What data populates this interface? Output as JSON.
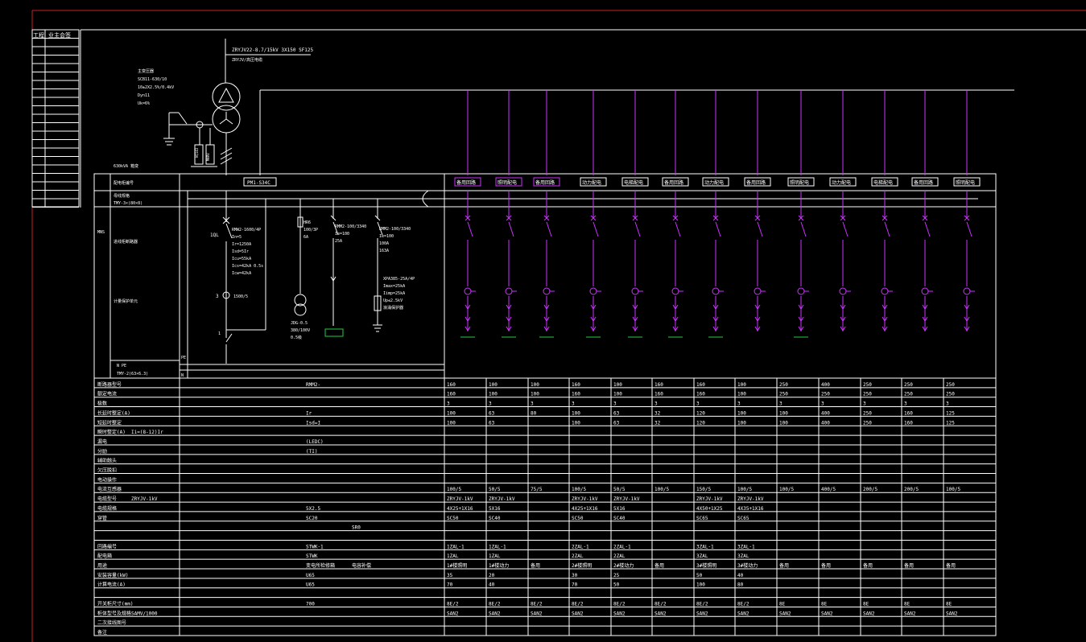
{
  "colors": {
    "background": "#000000",
    "frame": "#cc2222",
    "line": "#ffffff",
    "feeder": "#cc33ff",
    "ground_bar": "#22cc44"
  },
  "title_block": {
    "header_left": "工程",
    "header_right": "业主会签"
  },
  "transformer": {
    "cable_label": "ZRYJV22-8.7/15kV 3X150 SF125",
    "cable_sub": "ZRYJV/高压电缆",
    "spec_lines": [
      "主变压器",
      "SCB11-630/10",
      "10±2X2.5%/0.4kV",
      "Dyn11",
      "Uk=6%"
    ],
    "tag_1": "HQ143",
    "tag_2": "MNRV",
    "capacity_note": "630kVA 箱变"
  },
  "panel": {
    "cabinet_id_label": "PM1-S34C",
    "row_label_cabinet": "配电柜编号",
    "row_label_busbar": "母线规格",
    "busbar_spec": "TMY-3×(80×8)",
    "side_label_top": "MNS",
    "main_switch_label": "进线柜断路器",
    "protection_label": "计量保护单元",
    "pe_label": "PE",
    "n_label": "N",
    "n_pe_label": "N    PE",
    "n_pe_spec": "TMY-2(63×6.3)",
    "main_breaker_lines": [
      "RMW2-1600/4P",
      "In=5",
      "Ir=1250A",
      "Isd=5Ir",
      "Icu=55kA",
      "Ics=42kA 0.5s",
      "Icw=42kA"
    ],
    "main_breaker_tag": "1QL",
    "ct_label": "3",
    "ct_ratio": "1500/5",
    "ct_tag": "1",
    "fuse_lines": [
      "HR6",
      "100/3P",
      "6A"
    ],
    "vt_lines": [
      "JDG-0.5",
      "380/100V",
      "0.5级"
    ],
    "feed_a_lines": [
      "RMM2-100/3340",
      "Ie=100",
      "25A"
    ],
    "feed_b_lines": [
      "RMM2-100/3340",
      "Ie=100",
      "100A",
      "163A"
    ],
    "spd_lines": [
      "XPA385-25A/4P",
      "Imax=25kA",
      "Iimp=25kA",
      "Up≤2.5kV",
      "浪涌保护器"
    ]
  },
  "feeders": {
    "labels": [
      "备用回路",
      "照明配电",
      "备用回路",
      "动力配电",
      "电梯配电",
      "备用回路",
      "动力配电",
      "备用回路",
      "照明配电",
      "动力配电",
      "电梯配电",
      "备用回路",
      "照明配电"
    ]
  },
  "table": {
    "rows": [
      {
        "label": "断路器型号",
        "main": "RMM2-",
        "sub": "",
        "cells": [
          "160",
          "100",
          "100",
          "160",
          "100",
          "160",
          "160",
          "100",
          "250",
          "400",
          "250",
          "250",
          "250"
        ]
      },
      {
        "label": "额定电流",
        "main": "",
        "sub": "",
        "cells": [
          "160",
          "100",
          "100",
          "160",
          "100",
          "160",
          "160",
          "100",
          "250",
          "250",
          "250",
          "250",
          "250"
        ]
      },
      {
        "label": "极数",
        "main": "",
        "sub": "",
        "cells": [
          "3",
          "3",
          "3",
          "3",
          "3",
          "3",
          "3",
          "3",
          "3",
          "3",
          "3",
          "3",
          "3"
        ]
      },
      {
        "label": "长延时整定(A)",
        "main": "Ir",
        "sub": "",
        "cells": [
          "100",
          "63",
          "80",
          "100",
          "63",
          "32",
          "120",
          "100",
          "100",
          "400",
          "250",
          "160",
          "125"
        ]
      },
      {
        "label": "短延时整定",
        "main": "Isd=I",
        "sub": "",
        "cells": [
          "100",
          "63",
          "",
          "100",
          "63",
          "32",
          "120",
          "100",
          "100",
          "400",
          "250",
          "160",
          "125"
        ]
      },
      {
        "label": "瞬时整定(A)",
        "main": "Ii=(8-12)Ir",
        "sub": "",
        "cells": []
      },
      {
        "label": "漏电",
        "main": "(LEDC)",
        "sub": "",
        "cells": []
      },
      {
        "label": "分励",
        "main": "(TI)",
        "sub": "",
        "cells": []
      },
      {
        "label": "辅助触头",
        "main": "",
        "sub": "",
        "cells": []
      },
      {
        "label": "欠压脱扣",
        "main": "",
        "sub": "",
        "cells": []
      },
      {
        "label": "电动操作",
        "main": "",
        "sub": "",
        "cells": []
      },
      {
        "label": "电流互感器",
        "main": "",
        "sub": "",
        "cells": [
          "100/5",
          "50/5",
          "75/5",
          "100/5",
          "50/5",
          "100/5",
          "150/5",
          "100/5",
          "100/5",
          "400/5",
          "200/5",
          "200/5",
          "100/5"
        ]
      },
      {
        "label": "电缆型号",
        "main": "ZRYJV-1kV",
        "sub": "",
        "cells": [
          "ZRYJV-1kV",
          "ZRYJV-1kV",
          "",
          "ZRYJV-1kV",
          "ZRYJV-1kV",
          "",
          "ZRYJV-1kV",
          "ZRYJV-1kV",
          "",
          "",
          "",
          "",
          ""
        ]
      },
      {
        "label": "电缆规格",
        "main": "5X2.5",
        "sub": "",
        "cells": [
          "4X25+1X16",
          "5X16",
          "",
          "4X25+1X16",
          "5X16",
          "",
          "4X50+1X25",
          "4X35+1X16",
          "",
          "",
          "",
          "",
          ""
        ]
      },
      {
        "label": "穿管",
        "main": "SC20",
        "sub": "",
        "cells": [
          "SC50",
          "SC40",
          "",
          "SC50",
          "SC40",
          "",
          "SC65",
          "SC65",
          "",
          "",
          "",
          "",
          ""
        ]
      },
      {
        "label": "",
        "main": "",
        "sub": "SR0",
        "cells": []
      },
      {
        "label": "",
        "main": "",
        "sub": "",
        "cells": []
      },
      {
        "label": "回路编号",
        "main": "STWK-1",
        "sub": "",
        "cells": [
          "1ZAL-1",
          "1ZAL-1",
          "",
          "2ZAL-1",
          "2ZAL-1",
          "",
          "3ZAL-1",
          "3ZAL-1",
          "",
          "",
          "",
          "",
          ""
        ]
      },
      {
        "label": "配电箱",
        "main": "STWK",
        "sub": "",
        "cells": [
          "1ZAL",
          "1ZAL",
          "",
          "2ZAL",
          "2ZAL",
          "",
          "3ZAL",
          "3ZAL",
          "",
          "",
          "",
          "",
          ""
        ]
      },
      {
        "label": "用途",
        "main": "变电所检修箱",
        "sub": "电容补偿",
        "cells": [
          "1#楼照明",
          "1#楼动力",
          "备用",
          "2#楼照明",
          "2#楼动力",
          "备用",
          "3#楼照明",
          "3#楼动力",
          "备用",
          "备用",
          "备用",
          "备用",
          "备用"
        ]
      },
      {
        "label": "安装容量(kW)",
        "main": "U65",
        "sub": "",
        "cells": [
          "35",
          "20",
          "",
          "30",
          "25",
          "",
          "50",
          "40",
          "",
          "",
          "",
          "",
          ""
        ]
      },
      {
        "label": "计算电流(A)",
        "main": "U65",
        "sub": "",
        "cells": [
          "70",
          "40",
          "",
          "70",
          "50",
          "",
          "100",
          "80",
          "",
          "",
          "",
          "",
          ""
        ]
      },
      {
        "label": "",
        "main": "",
        "sub": "",
        "cells": []
      },
      {
        "label": "开关柜尺寸(mm)",
        "main": "700",
        "sub": "",
        "cells": [
          "8E/2",
          "8E/2",
          "8E/2",
          "8E/2",
          "8E/2",
          "8E/2",
          "8E/2",
          "8E/2",
          "8E",
          "8E",
          "8E",
          "8E",
          "8E"
        ]
      },
      {
        "label": "柜体型号及规格",
        "main": "SAMV/1000",
        "sub": "",
        "cells": [
          "SAN2",
          "SAN2",
          "SAN2",
          "SAN2",
          "SAN2",
          "SAN2",
          "SAN2",
          "SAN2",
          "SAN2",
          "SAN2",
          "SAN2",
          "SAN2",
          "SAN2"
        ]
      },
      {
        "label": "二次接线图号",
        "main": "",
        "sub": "",
        "cells": []
      },
      {
        "label": "备注",
        "main": "",
        "sub": "",
        "cells": []
      }
    ]
  }
}
